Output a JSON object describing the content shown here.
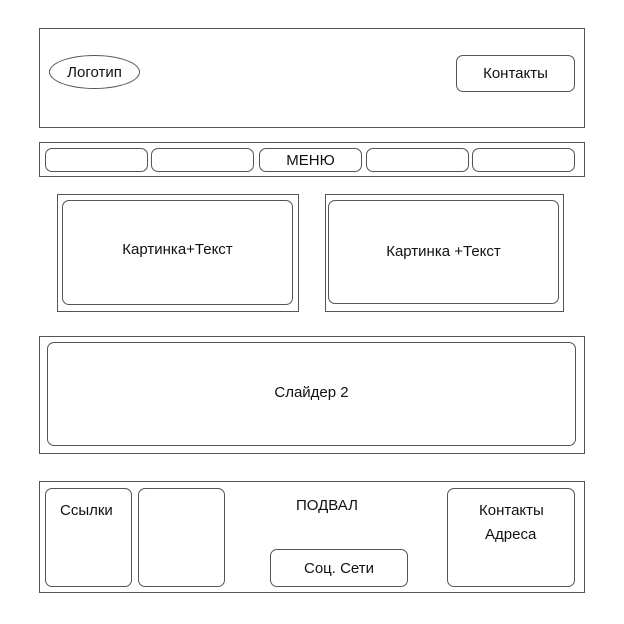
{
  "header": {
    "logo_label": "Логотип",
    "contacts_label": "Контакты"
  },
  "menu": {
    "label": "МЕНЮ",
    "items": [
      "",
      "",
      "МЕНЮ",
      "",
      ""
    ]
  },
  "panels": {
    "left_label": "Картинка+Текст",
    "right_label": "Картинка +Текст"
  },
  "slider": {
    "label": "Слайдер 2"
  },
  "footer": {
    "title": "ПОДВАЛ",
    "links_label": "Ссылки",
    "social_label": "Соц. Сети",
    "contacts_label": "Контакты",
    "address_label": "Адреса"
  }
}
